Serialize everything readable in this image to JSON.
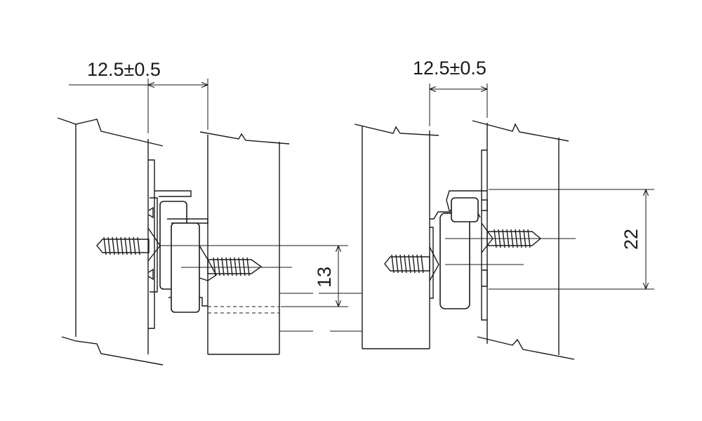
{
  "figures": [
    {
      "id": "left-installation",
      "clearance_dimension": "12.5±0.5",
      "height_dimension": "13"
    },
    {
      "id": "right-installation",
      "clearance_dimension": "12.5±0.5",
      "height_dimension": "22"
    }
  ],
  "colors": {
    "line": "#1a1a1a",
    "background": "#ffffff"
  }
}
